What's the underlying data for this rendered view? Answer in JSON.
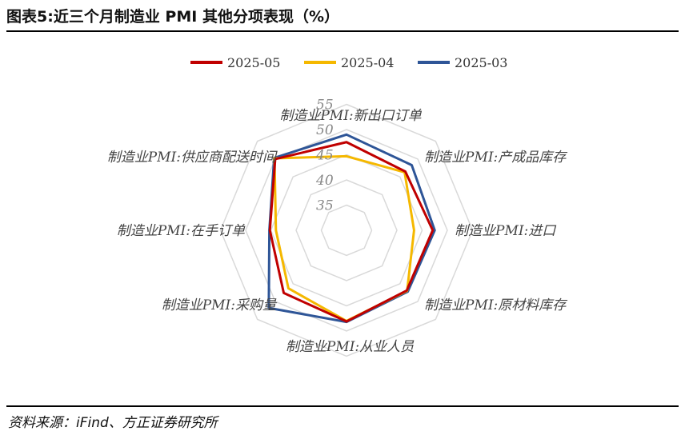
{
  "header": {
    "title": "图表5:近三个月制造业 PMI 其他分项表现（%）"
  },
  "footer": {
    "source": "资料来源：iFind、方正证券研究所"
  },
  "chart_data": {
    "type": "radar",
    "title": "",
    "axes": [
      "制造业PMI:新出口订单",
      "制造业PMI:产成品库存",
      "制造业PMI:进口",
      "制造业PMI:原材料库存",
      "制造业PMI:从业人员",
      "制造业PMI:采购量",
      "制造业PMI:在手订单",
      "制造业PMI:供应商配送时间"
    ],
    "rlim": [
      30,
      55
    ],
    "ticks": [
      35,
      40,
      45,
      50,
      55
    ],
    "grid": true,
    "legend_position": "top",
    "series": [
      {
        "name": "2025-05",
        "color": "#C00000",
        "values": [
          47.5,
          46.5,
          47.1,
          46.9,
          48.1,
          47.6,
          45.2,
          50.0
        ]
      },
      {
        "name": "2025-04",
        "color": "#F5B800",
        "values": [
          44.7,
          46.3,
          43.4,
          47.0,
          48.0,
          46.3,
          44.0,
          50.2
        ]
      },
      {
        "name": "2025-03",
        "color": "#2E5597",
        "values": [
          49.0,
          48.3,
          47.5,
          47.2,
          48.2,
          51.8,
          45.3,
          50.3
        ]
      }
    ]
  }
}
